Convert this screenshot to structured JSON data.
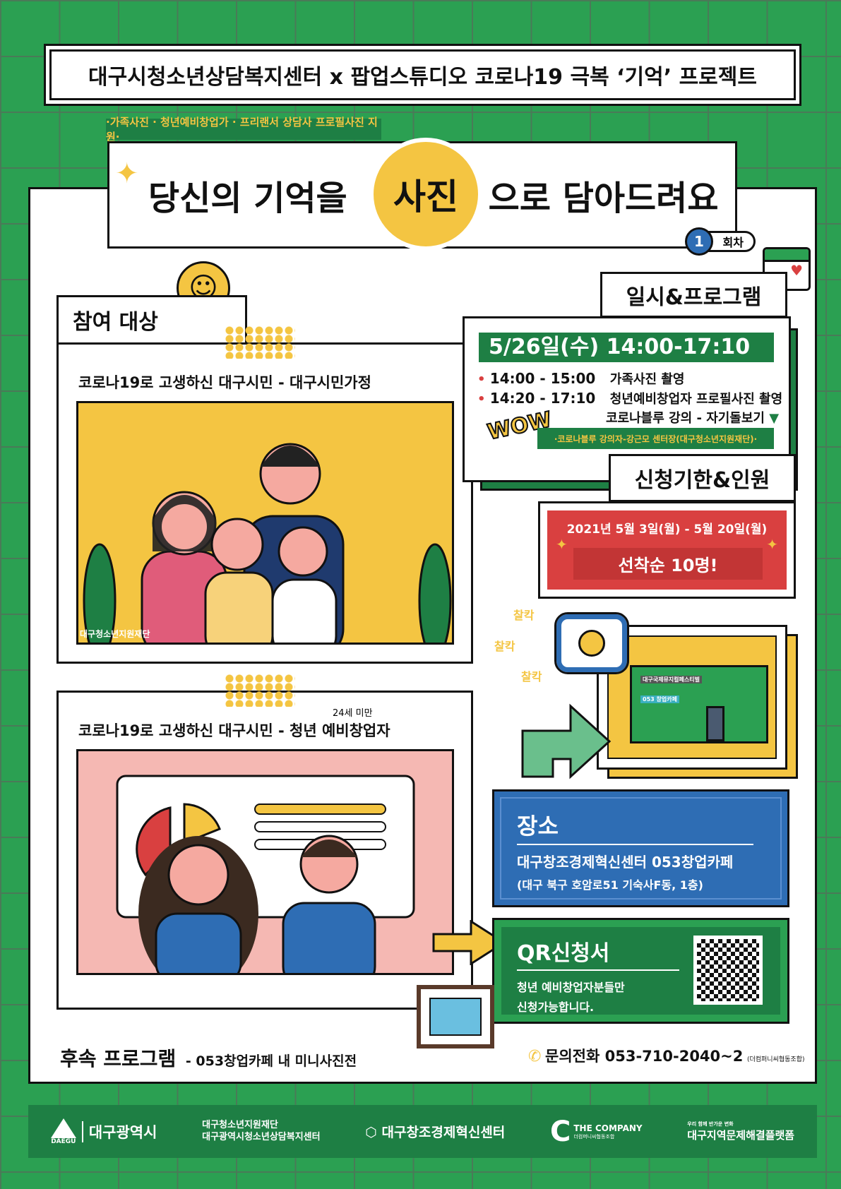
{
  "header": {
    "title": "대구시청소년상담복지센터 x 팝업스튜디오 코로나19 극복 ‘기억’ 프로젝트",
    "tag": "·가족사진 · 청년예비창업가 · 프리랜서 상담사 프로필사진 지원·"
  },
  "headline": {
    "before": "당신의 기억을",
    "highlight": "사진",
    "after": "으로 담아드려요",
    "round_num": "1",
    "round_label": "회차"
  },
  "participants": {
    "tab": "참여 대상",
    "card1_text": "코로나19로 고생하신 대구시민 - 대구시민가정",
    "card1_credit": "대구청소년지원재단",
    "card2_text": "코로나19로 고생하신 대구시민 - 청년 예비창업자",
    "card2_note": "24세 미만"
  },
  "schedule": {
    "tab": "일시&프로그램",
    "date": "5/26일(수) 14:00-17:10",
    "items": [
      {
        "time": "14:00 - 15:00",
        "desc": "가족사진 촬영"
      },
      {
        "time": "14:20 - 17:10",
        "desc": "청년예비창업자 프로필사진 촬영"
      }
    ],
    "extra": "코로나블루 강의 - 자기돌보기",
    "wow": "WOW",
    "lecturer": "·코로나블루 강의자-강근모 센터장(대구청소년지원재단)·"
  },
  "deadline": {
    "tab": "신청기한&인원",
    "period": "2021년 5월 3일(월) - 5월 20일(월)",
    "capacity": "선착순 10명!"
  },
  "camera": {
    "sfx": [
      "찰칵",
      "찰칵",
      "찰칵"
    ],
    "sign1": "대구국제뮤지컬페스티벌",
    "sign2": "053 창업카페"
  },
  "venue": {
    "title": "장소",
    "name": "대구창조경제혁신센터 053창업카페",
    "address": "(대구 북구 호암로51 기숙사F동, 1층)"
  },
  "qr": {
    "title": "QR신청서",
    "desc1": "청년 예비창업자분들만",
    "desc2": "신청가능합니다."
  },
  "followup": {
    "title": "후속 프로그램",
    "desc": "- 053창업카페 내 미니사진전"
  },
  "contact": {
    "label": "문의전화 053-710-2040~2",
    "org": "(더컴퍼니씨협동조합)"
  },
  "footer": {
    "logo1_mark": "DAEGU",
    "logo1": "대구광역시",
    "logo2a": "대구청소년지원재단",
    "logo2b": "대구광역시청소년상담복지센터",
    "logo3": "대구창조경제혁신센터",
    "logo4": "THE COMPANY",
    "logo4b": "더컴퍼니씨협동조합",
    "logo5a": "우리 함께 반가운 변화",
    "logo5": "대구지역문제해결플랫폼"
  },
  "colors": {
    "green": "#2ba052",
    "dark_green": "#1e7f44",
    "yellow": "#f4c542",
    "red": "#d94040",
    "blue": "#2e6db4",
    "pink": "#f5b8b3"
  }
}
